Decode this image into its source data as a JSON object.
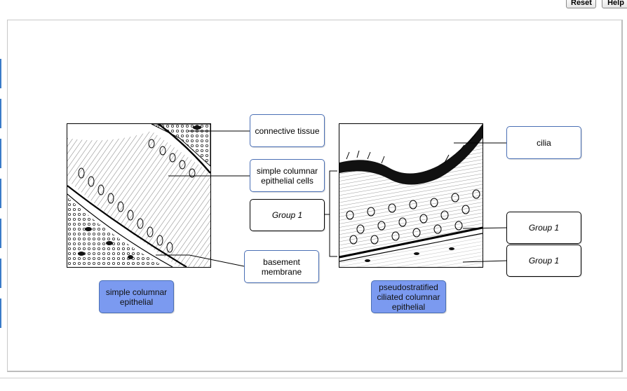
{
  "toolbar": {
    "reset_label": "Reset",
    "help_label": "Help"
  },
  "labels": {
    "connective_tissue": "connective tissue",
    "simple_columnar_cells": "simple columnar epithelial cells",
    "group_left": "Group 1",
    "basement_membrane": "basement membrane",
    "cilia": "cilia",
    "group_right_top": "Group 1",
    "group_right_bottom": "Group 1"
  },
  "captions": {
    "left": "simple columnar epithelial",
    "right": "pseudostratified ciliated columnar epithelial"
  },
  "colors": {
    "caption_fill": "#7b9af0",
    "label_border": "#4a6fb5",
    "rail_tab": "#3a7bc8"
  }
}
